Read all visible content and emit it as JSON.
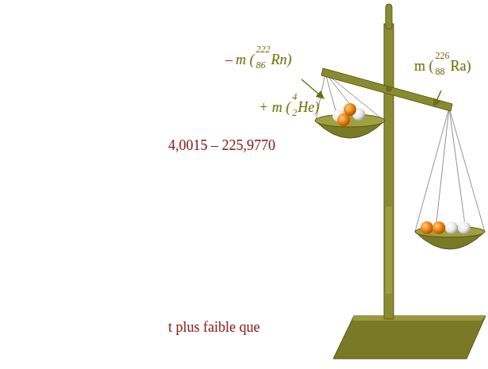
{
  "diagram": {
    "labels": [
      "–",
      "m (",
      "222",
      "86",
      "Rn)",
      "+ m (",
      "4",
      "2",
      "He)",
      "4,0015 – 225,9770",
      "m (",
      "226",
      "88",
      "Ra)",
      "t plus faible que"
    ]
  }
}
